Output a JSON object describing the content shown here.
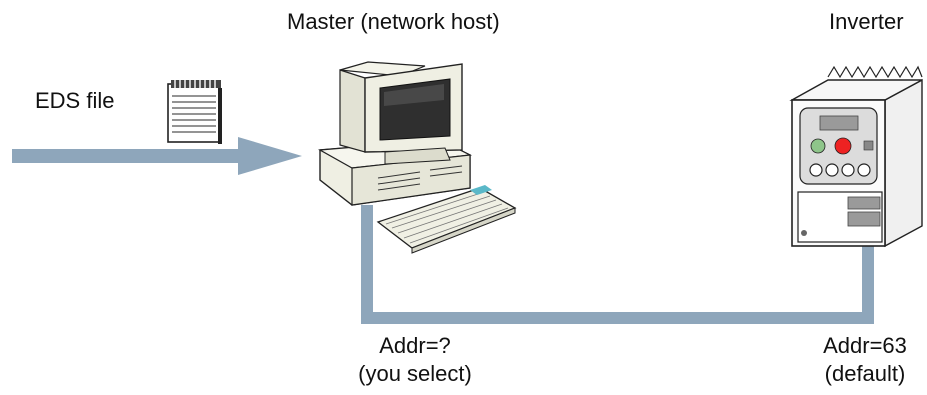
{
  "labels": {
    "master": "Master (network host)",
    "inverter": "Inverter",
    "eds_file": "EDS file",
    "master_addr": "Addr=?",
    "master_addr_note": "(you select)",
    "inverter_addr": "Addr=63",
    "inverter_addr_note": "(default)"
  },
  "icons": {
    "file": "notepad-icon",
    "computer": "desktop-computer-icon",
    "inverter": "inverter-icon"
  },
  "colors": {
    "connector": "#8ea6bb",
    "inverter_run_button": "#8ec58a",
    "inverter_stop_button": "#ee2222",
    "monitor_screen": "#2f2f2f",
    "keyboard_accent": "#5ab8c8"
  }
}
